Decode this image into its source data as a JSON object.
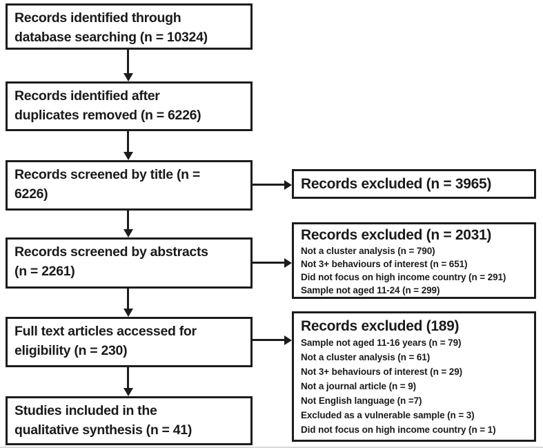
{
  "flow": {
    "left_boxes": [
      {
        "lines": [
          "Records identified through",
          "database searching (n = 10324)"
        ]
      },
      {
        "lines": [
          "Records identified after",
          "duplicates removed (n = 6226)"
        ]
      },
      {
        "lines": [
          "Records screened by title (n =",
          "6226)"
        ]
      },
      {
        "lines": [
          "Records screened by abstracts",
          "(n = 2261)"
        ]
      },
      {
        "lines": [
          "Full text articles accessed for",
          "eligibility (n = 230)"
        ]
      },
      {
        "lines": [
          "Studies included in the",
          "qualitative synthesis (n = 41)"
        ]
      }
    ],
    "right_boxes": [
      {
        "title": "Records excluded (n = 3965)",
        "items": []
      },
      {
        "title": "Records excluded (n = 2031)",
        "items": [
          "Not a cluster analysis (n = 790)",
          "Not 3+ behaviours of interest (n = 651)",
          "Did not focus on high income country (n = 291)",
          "Sample not aged 11-24 (n = 299)"
        ]
      },
      {
        "title": "Records excluded (189)",
        "items": [
          "Sample not aged 11-16 years (n = 79)",
          "Not a cluster analysis (n = 61)",
          "Not 3+ behaviours of interest (n = 29)",
          "Not a journal article (n = 9)",
          "Not English language (n =7)",
          "Excluded as a vulnerable sample (n = 3)",
          "Did not focus on high income country (n = 1)"
        ]
      }
    ],
    "colors": {
      "border": "#1c1c1c",
      "text": "#1a1a1a",
      "background": "#ffffff"
    }
  }
}
